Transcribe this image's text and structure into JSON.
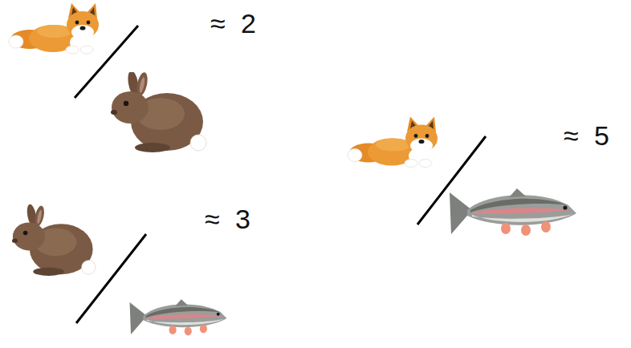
{
  "diagram": {
    "labels": [
      "≈ 2",
      "≈ 3",
      "≈ 5"
    ]
  }
}
